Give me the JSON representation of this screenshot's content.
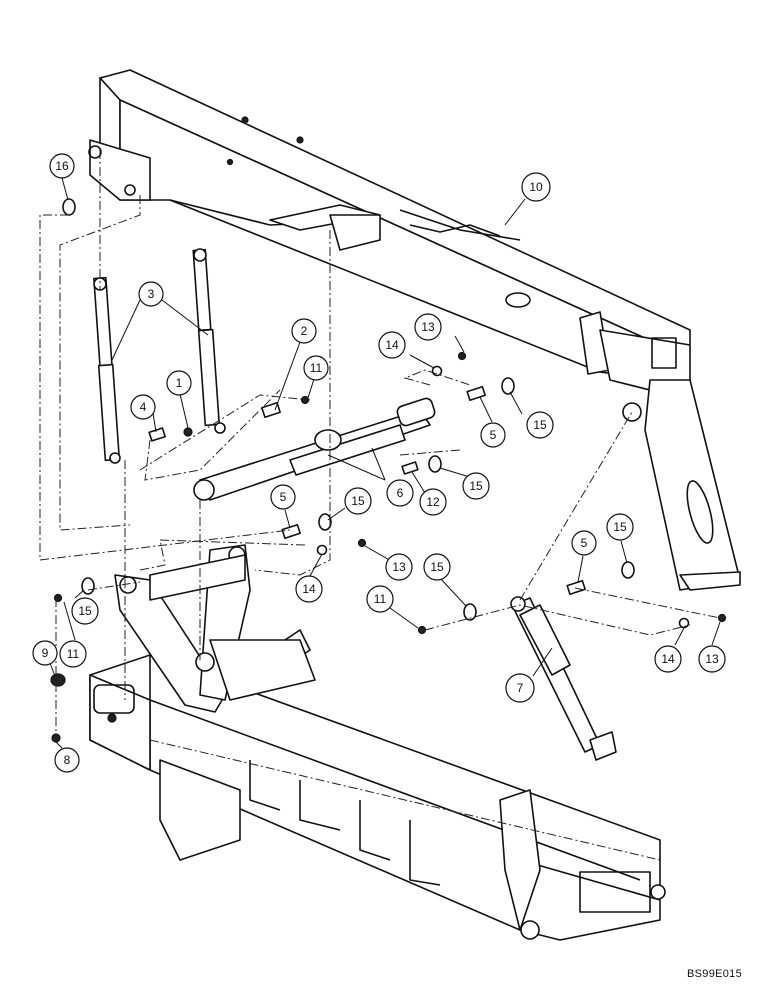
{
  "drawing_code": "BS99E015",
  "callouts": [
    "16",
    "10",
    "3",
    "2",
    "11",
    "13",
    "14",
    "1",
    "4",
    "5",
    "15",
    "6",
    "15",
    "12",
    "5",
    "15",
    "13",
    "14",
    "15",
    "11",
    "5",
    "15",
    "9",
    "11",
    "15",
    "7",
    "14",
    "13",
    "8"
  ]
}
